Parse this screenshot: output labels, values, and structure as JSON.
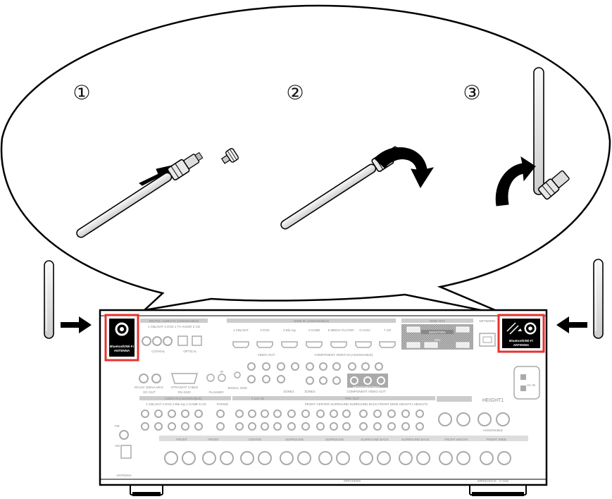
{
  "steps": {
    "s1": "①",
    "s2": "②",
    "s3": "③"
  },
  "antenna_label": {
    "line1": "Bluetooth/Wi-Fi",
    "line2": "ANTENNA"
  },
  "panel": {
    "digital_audio": "DIGITAL AUDIO IN (ASSIGNABLE)",
    "digital_sub": "1 CBL/SAT  2 DVD  1 TV AUDIO  2 CD",
    "coaxial": "COAXIAL",
    "optical": "OPTICAL",
    "hdmi_in": "HDMI IN (ASSIGNABLE)",
    "hdmi_inputs": [
      "1 CBL/SAT",
      "2 DVD",
      "3 Blu-ray",
      "4 GAME",
      "5 MEDIA PLAYER",
      "6 AUX2",
      "7 CD"
    ],
    "hdmi_out": "HDMI OUT",
    "monitor1": "MONITOR1",
    "arc": "ARC",
    "network": "NETWORK",
    "dc_out": "DC OUT",
    "rs232c": "RS-232C",
    "straight_cable": "STRAIGHT CABLE",
    "flasher_in": "FLASHER",
    "ir": "IR",
    "dc_spec": "DC12V 150mA MAX.",
    "audio_in": "AUDIO IN (ASSIGNABLE)",
    "audio_sub": "1 CBL/SAT  2 DVD  3 Blu-ray  4 GAME  5 CD",
    "phono": "PHONO",
    "signal_gnd": "SIGNAL GND",
    "ch71_in": "7.1CH IN",
    "pre_out": "PRE OUT",
    "pre_labels": "FRONT  CENTER  SURROUND  SURROUND BACK  FRONT WIDE  HEIGHT1  HEIGHT2",
    "component_in": "COMPONENT VIDEO IN (ASSIGNABLE)",
    "component_out": "COMPONENT VIDEO OUT",
    "video_out": "VIDEO OUT",
    "zone2": "ZONE2",
    "zone3": "ZONE3",
    "monitor_zone2": "MONITOR/ZONE2",
    "ac_in": "AC IN",
    "height1": "HEIGHT1",
    "fm": "FM",
    "am": "AM",
    "antenna": "ANTENNA",
    "speakers": "SPEAKERS",
    "impedance": "IMPEDANCE : 4~16Ω",
    "assignable": "ASSIGNABLE",
    "sp_labels": [
      "FRONT",
      "FRONT",
      "CENTER",
      "SURROUND",
      "SURROUND",
      "SURROUND BACK",
      "SURROUND BACK",
      "FRONT HEIGHT",
      "FRONT WIDE"
    ]
  }
}
